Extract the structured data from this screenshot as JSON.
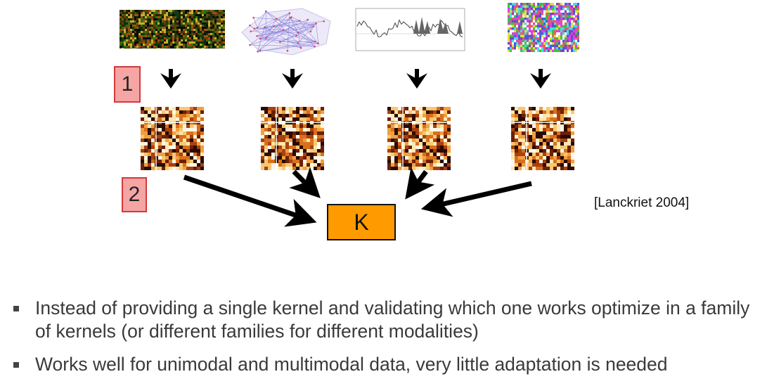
{
  "data_sources": [
    {
      "kind": "microarray-image"
    },
    {
      "kind": "protein-network-image"
    },
    {
      "kind": "hydrophobicity-plot-image"
    },
    {
      "kind": "sequence-alignment-image"
    }
  ],
  "steps": [
    "1",
    "2"
  ],
  "result_label": "K",
  "citation": "[Lanckriet 2004]",
  "bullets": [
    "Instead of providing a single kernel and validating which one works optimize in a family of kernels (or different families for different modalities)",
    "Works well for unimodal and multimodal data, very little adaptation is needed"
  ],
  "colors": {
    "result_box": "#ff9a00",
    "step_box_fill": "#f6a5a5",
    "step_box_border": "#d23a3a",
    "arrows": "#000000"
  }
}
